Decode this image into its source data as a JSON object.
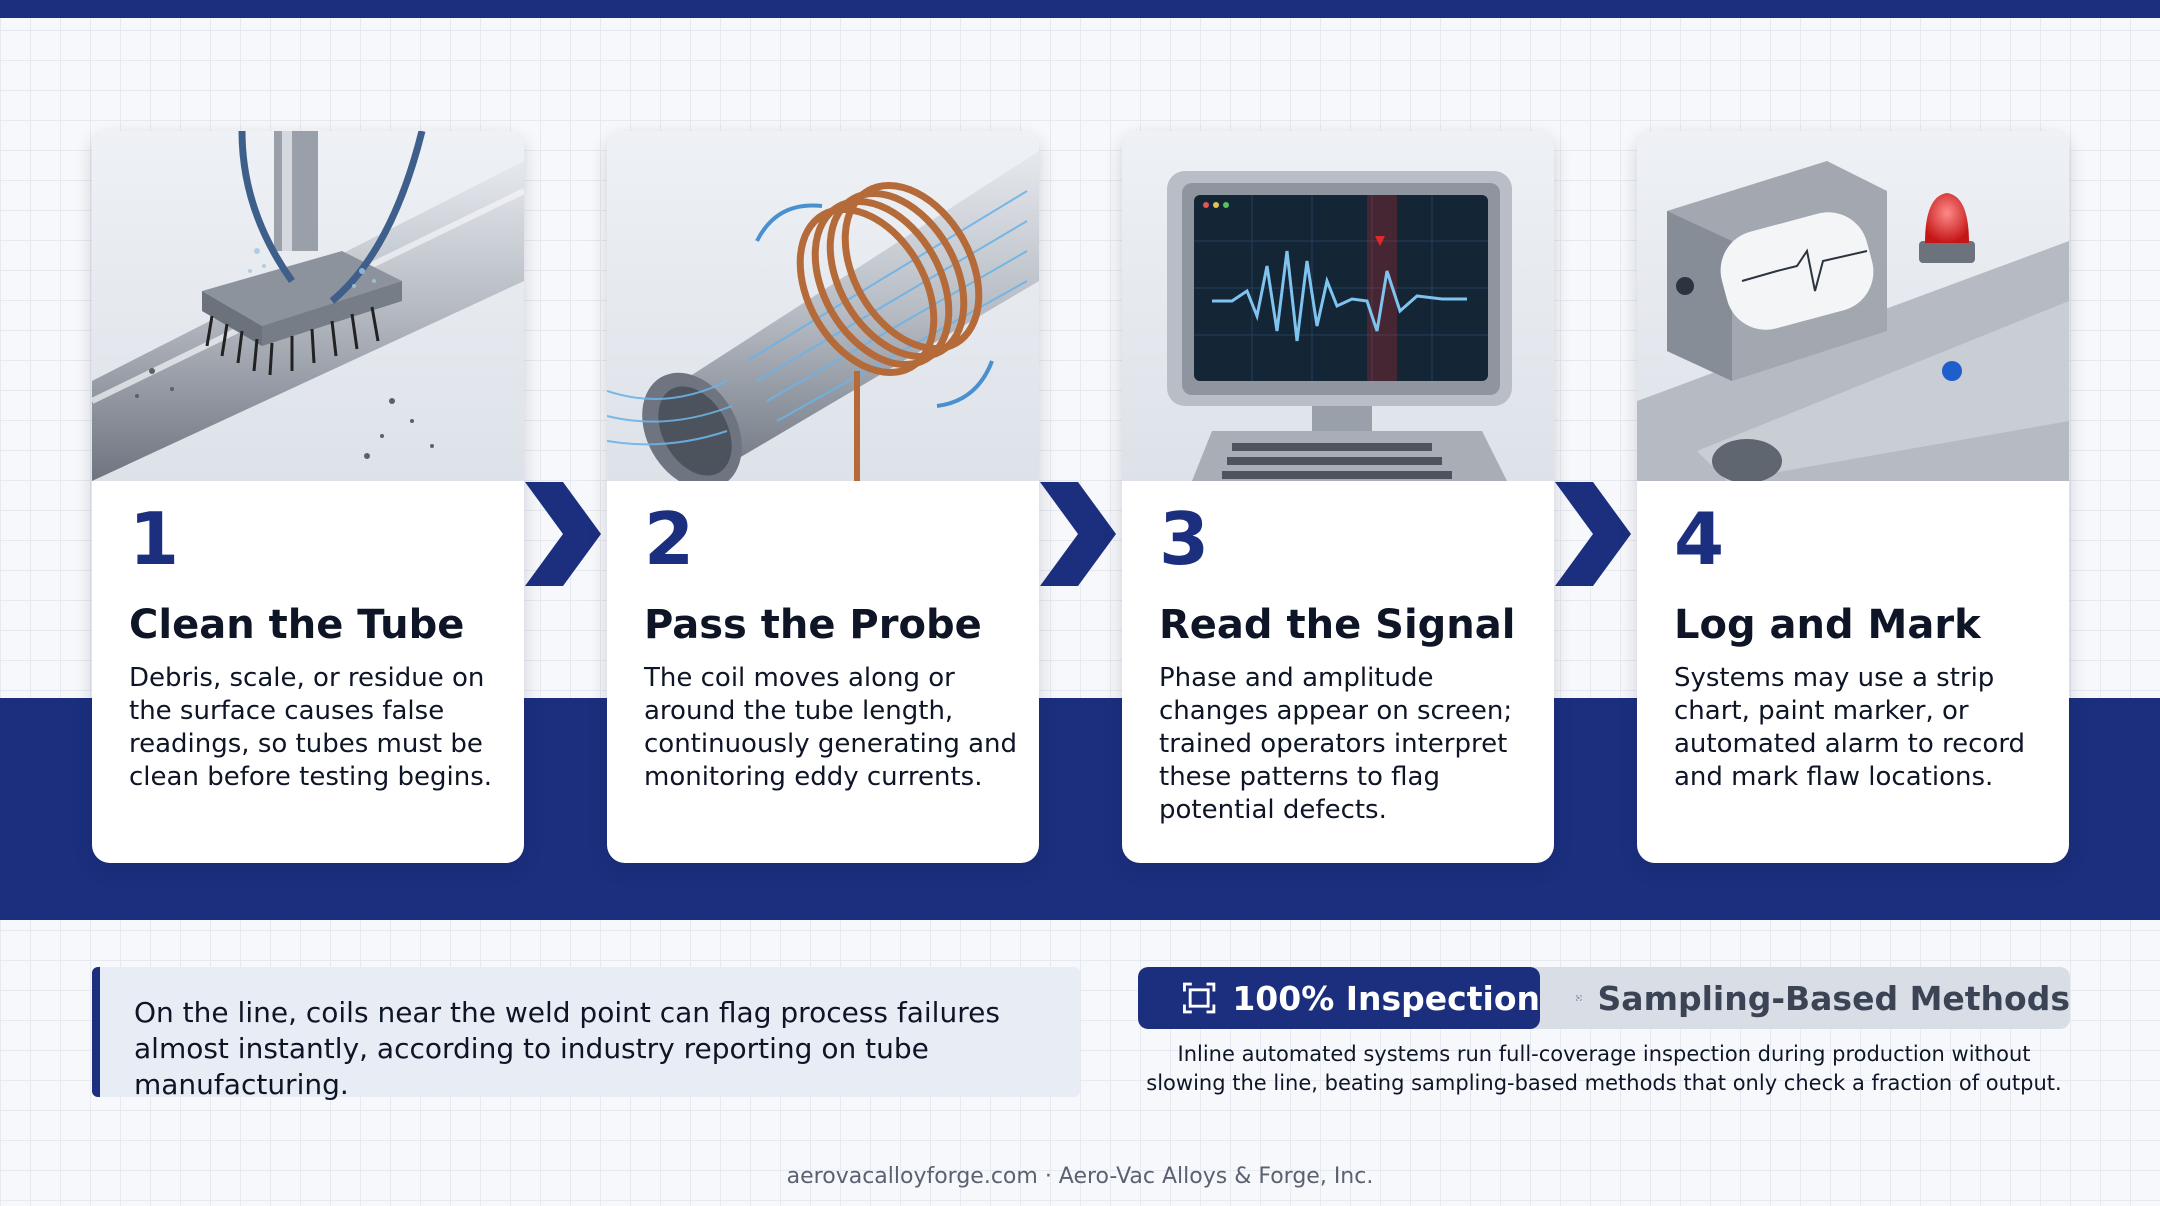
{
  "steps": [
    {
      "number": "1",
      "title": "Clean the Tube",
      "description": "Debris, scale, or residue on the surface causes false readings, so tubes must be clean before testing begins."
    },
    {
      "number": "2",
      "title": "Pass the Probe",
      "description": "The coil moves along or around the tube length, continuously generating and monitoring eddy currents."
    },
    {
      "number": "3",
      "title": "Read the Signal",
      "description": "Phase and amplitude changes appear on screen; trained operators interpret these patterns to flag potential defects."
    },
    {
      "number": "4",
      "title": "Log and Mark",
      "description": "Systems may use a strip chart, paint marker, or automated alarm to record and mark flaw locations."
    }
  ],
  "note": {
    "text": "On the line, coils near the weld point can flag process failures almost instantly, according to industry reporting on tube manufacturing."
  },
  "comparison": {
    "active_label": "100% Inspection",
    "inactive_label": "Sampling-Based Methods",
    "description": "Inline automated systems run full-coverage inspection during production without slowing the line, beating sampling-based methods that only check a fraction of output."
  },
  "footer": {
    "text": "aerovacalloyforge.com · Aero-Vac Alloys & Forge, Inc."
  },
  "colors": {
    "brand_navy": "#1b2f7e",
    "background": "#f7f8fb",
    "alarm_red": "#e02a2a"
  }
}
